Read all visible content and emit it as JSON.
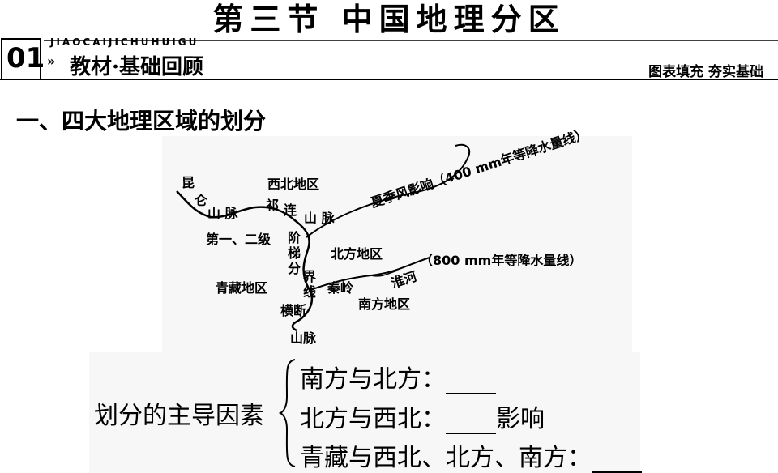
{
  "header": {
    "title": "第三节  中国地理分区",
    "pinyin": "JIAOCAIJICHUHUIGU",
    "section_number": "01",
    "section_chevron": "»",
    "section_title": "教材·基础回顾",
    "tagline": "图表填充  夯实基础"
  },
  "heading": "一、四大地理区域的划分",
  "map": {
    "labels": {
      "kunlun_1": "昆",
      "kunlun_2": "仑",
      "shanmai_1": "山 脉",
      "xibei": "西北地区",
      "qi": "祁",
      "lian": "连",
      "shanmai_2": "山 脉",
      "jieti": "第一、二级",
      "jie": "阶",
      "ti": "梯",
      "fen": "分",
      "jie2": "界",
      "xian": "线",
      "beifang": "北方地区",
      "qingzang": "青藏地区",
      "qinling": "秦岭",
      "huaihe": "淮河",
      "nanfang": "南方地区",
      "hengduan": "横断",
      "shanmai_3": "山脉",
      "summer_monsoon": "夏季风影响（400 mm年等降水量线）",
      "isohyet_800": "（800 mm年等降水量线）"
    }
  },
  "factors": {
    "label": "划分的主导因素",
    "row1": "南方与北方：",
    "row2": "北方与西北：",
    "row2_suffix": "影响",
    "row3": "青藏与西北、北方、南方："
  }
}
